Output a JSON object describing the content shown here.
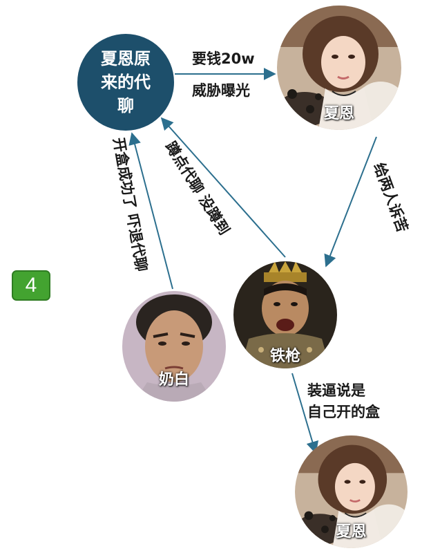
{
  "nodes": {
    "hub": "夏恩原来的代聊",
    "xiaen_top": "夏恩",
    "tieqiang": "铁枪",
    "naibai": "奶白",
    "xiaen_bottom": "夏恩"
  },
  "edges": {
    "hub_to_xiaen_line1": "要钱20w",
    "hub_to_xiaen_line2": "威胁曝光",
    "xiaen_to_tieqiang": "给两人诉苦",
    "tieqiang_to_hub": "蹲点代聊 没蹲到",
    "naibai_to_hub": "开盒成功了 吓退代聊",
    "tieqiang_to_xiaen_line1": "装逼说是",
    "tieqiang_to_xiaen_line2": "自己开的盒"
  },
  "badge": "4",
  "colors": {
    "hub_fill": "#1d4f6b",
    "arrow": "#2c6f8e",
    "badge_fill": "#43a330"
  }
}
